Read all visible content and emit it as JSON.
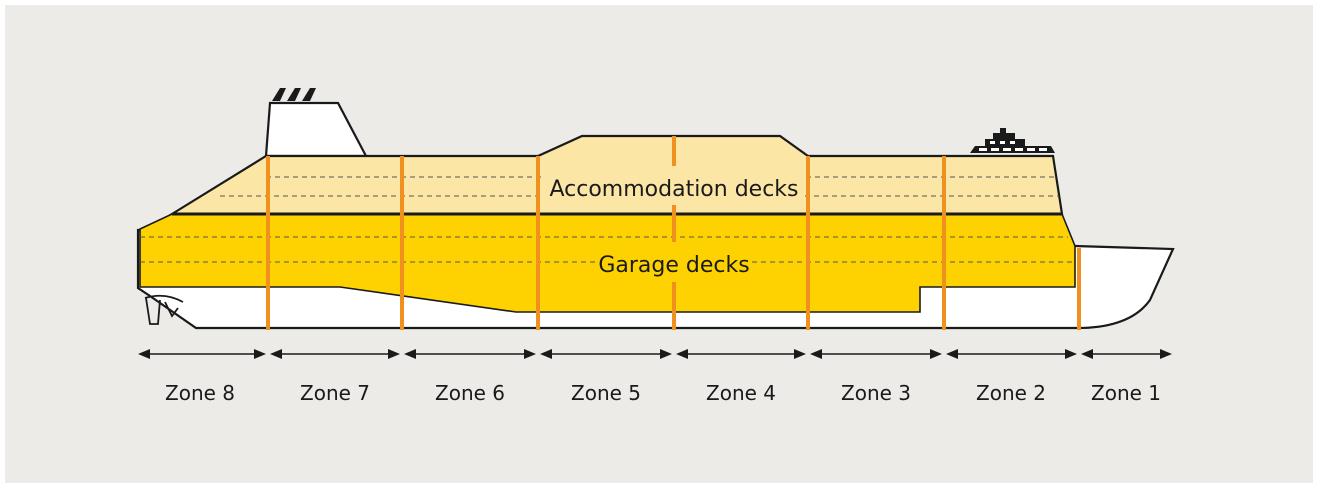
{
  "diagram": {
    "deck_labels": {
      "accommodation": "Accommodation decks",
      "garage": "Garage decks"
    },
    "zones": [
      "Zone 8",
      "Zone 7",
      "Zone 6",
      "Zone 5",
      "Zone 4",
      "Zone 3",
      "Zone 2",
      "Zone 1"
    ],
    "colors": {
      "background": "#edebe8",
      "accommodation_fill": "#fce6a6",
      "garage_fill": "#fdd200",
      "hull_outline": "#1a1a1a",
      "zone_boundary": "#f0901e"
    }
  }
}
